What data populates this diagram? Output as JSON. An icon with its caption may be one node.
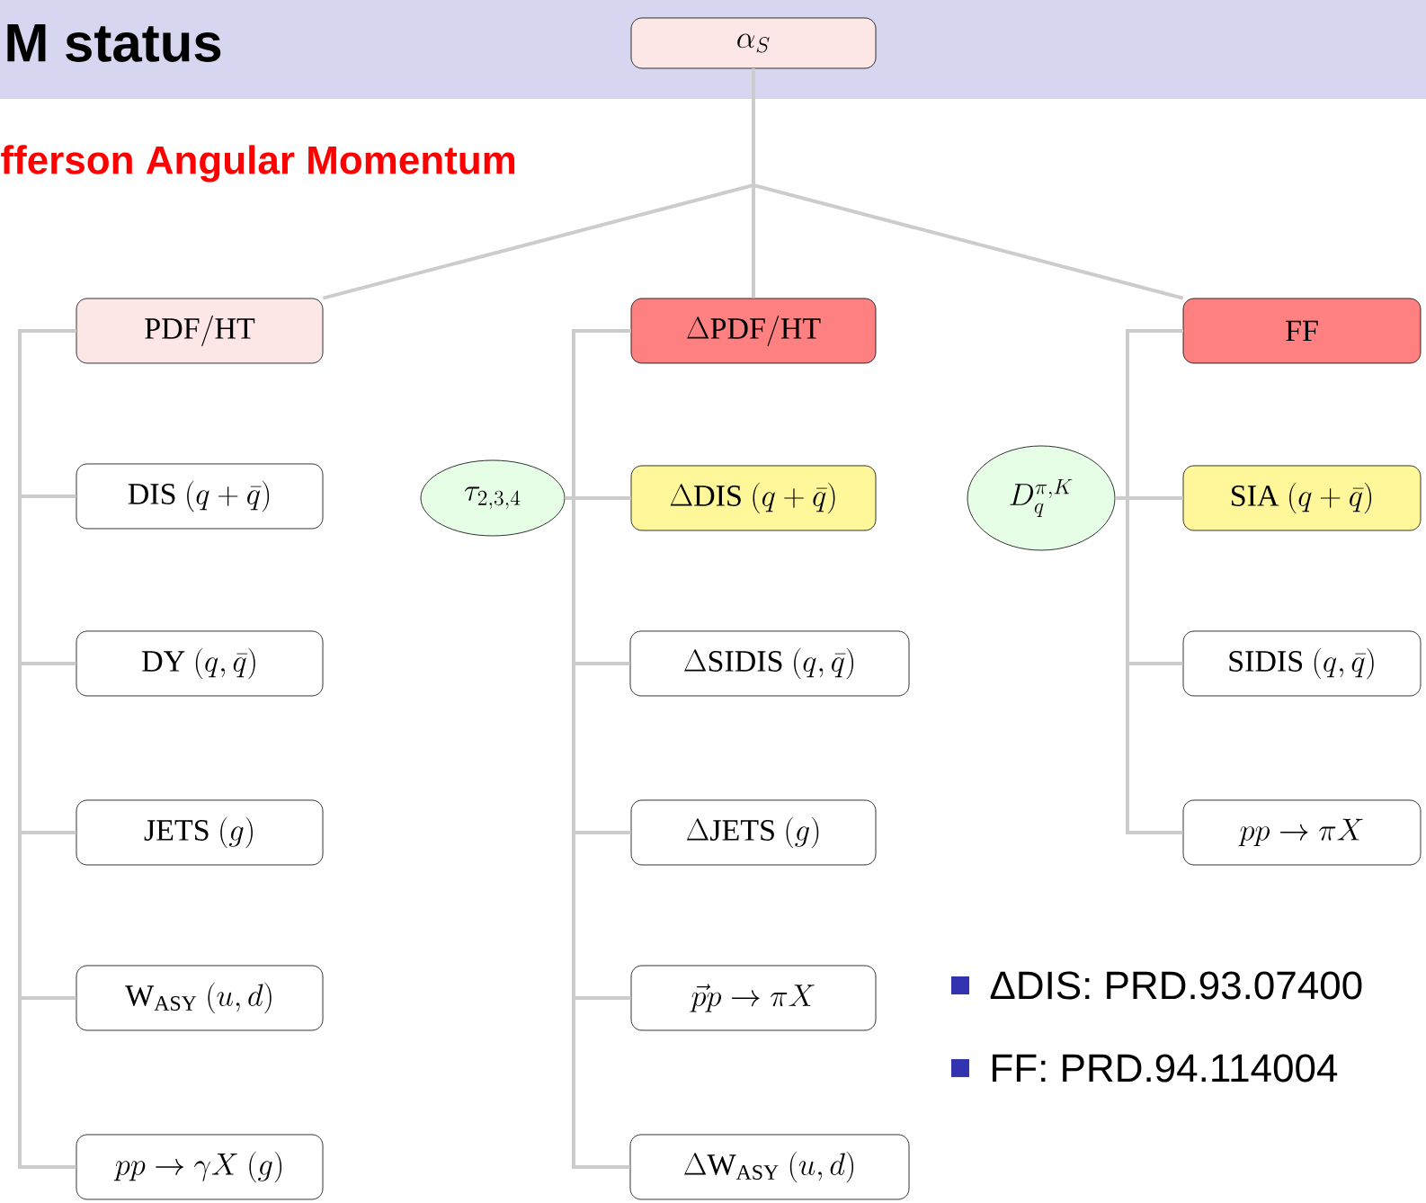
{
  "diagram": {
    "title": "M status",
    "nodes": [
      {
        "text": [
          "\\alpha_S"
        ]
      },
      {
        "text": [
          "\\mathrm{PDF/HT}"
        ]
      },
      {
        "text": [
          "\\Delta\\mathrm{PDF/HT}"
        ]
      },
      {
        "text": [
          "\\mathrm{FF}"
        ]
      },
      {
        "text": [
          "\\mathrm{DIS}\\ (q+\\bar{q})"
        ]
      },
      {
        "text": [
          "\\mathrm{DY}\\ (q,\\bar{q})"
        ]
      },
      {
        "text": [
          "\\mathrm{JETS}\\ (g)"
        ]
      },
      {
        "text": [
          "\\mathrm{W}_{\\mathrm{ASY}}\\ (u,d)"
        ]
      },
      {
        "text": [
          "pp\\to\\gamma X\\ (g)"
        ]
      },
      {
        "text": [
          "\\tau_{2,3,4}"
        ]
      },
      {
        "text": [
          "\\Delta\\mathrm{DIS}\\ (q+\\bar{q})"
        ]
      },
      {
        "text": [
          "\\Delta\\mathrm{SIDIS}\\ (q,\\bar{q})"
        ]
      },
      {
        "text": [
          "\\Delta\\mathrm{JETS}\\ (g)"
        ]
      },
      {
        "text": [
          "\\vec{p}p\\to\\pi X"
        ]
      },
      {
        "text": [
          "\\Delta\\mathrm{W}_{\\mathrm{ASY}}\\ (u,d)"
        ]
      },
      {
        "text": [
          "D_q^{\\pi,K}"
        ]
      },
      {
        "text": [
          "\\mathrm{SIA}\\ (q+\\bar{q})"
        ]
      },
      {
        "text": [
          "\\mathrm{SIDIS}\\ (q,\\bar{q})"
        ]
      },
      {
        "text": [
          "pp\\to\\pi X"
        ]
      }
    ],
    "edges": [
      {
        "from": 0,
        "to": 1,
        "arrow": "none"
      },
      {
        "from": 0,
        "to": 2,
        "arrow": "none"
      },
      {
        "from": 0,
        "to": 3,
        "arrow": "none"
      },
      {
        "from": 1,
        "to": 4,
        "arrow": "none"
      },
      {
        "from": 1,
        "to": 5,
        "arrow": "none"
      },
      {
        "from": 1,
        "to": 6,
        "arrow": "none"
      },
      {
        "from": 1,
        "to": 7,
        "arrow": "none"
      },
      {
        "from": 1,
        "to": 8,
        "arrow": "none"
      },
      {
        "from": 2,
        "to": 10,
        "arrow": "none"
      },
      {
        "from": 2,
        "to": 11,
        "arrow": "none"
      },
      {
        "from": 2,
        "to": 12,
        "arrow": "none"
      },
      {
        "from": 2,
        "to": 13,
        "arrow": "none"
      },
      {
        "from": 2,
        "to": 14,
        "arrow": "none"
      },
      {
        "from": 9,
        "to": 10,
        "arrow": "none"
      },
      {
        "from": 3,
        "to": 16,
        "arrow": "none"
      },
      {
        "from": 3,
        "to": 17,
        "arrow": "none"
      },
      {
        "from": 3,
        "to": 18,
        "arrow": "none"
      },
      {
        "from": 15,
        "to": 16,
        "arrow": "none"
      }
    ],
    "labels": [
      "fferson Angular Momentum",
      "ΔDIS: PRD.93.07400",
      "FF: PRD.94.114004"
    ]
  }
}
